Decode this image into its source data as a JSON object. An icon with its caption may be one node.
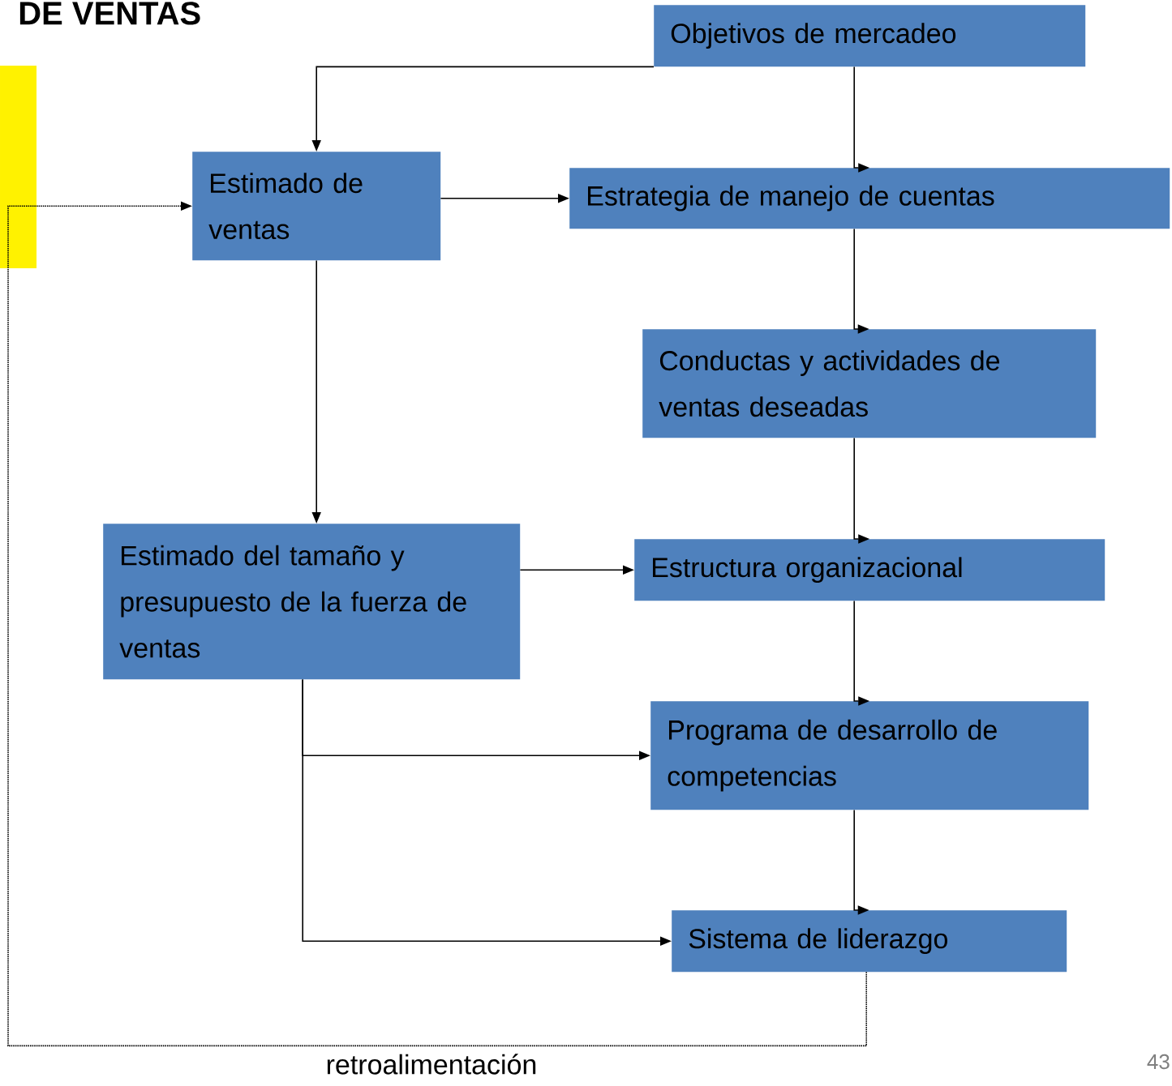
{
  "diagram": {
    "title": "DE VENTAS",
    "nodes": [
      {
        "text": [
          "Objetivos de mercadeo"
        ]
      },
      {
        "text": [
          "Estimado de ventas"
        ]
      },
      {
        "text": [
          "Estrategia de manejo de cuentas"
        ]
      },
      {
        "text": [
          "Conductas y actividades de ventas deseadas"
        ]
      },
      {
        "text": [
          "Estimado del tamaño y presupuesto de la fuerza de ventas"
        ]
      },
      {
        "text": [
          "Estructura organizacional"
        ]
      },
      {
        "text": [
          "Programa de desarrollo de competencias"
        ]
      },
      {
        "text": [
          "Sistema de liderazgo"
        ]
      }
    ],
    "edges": [
      {
        "from": 0,
        "to": 1,
        "arrow": "to"
      },
      {
        "from": 0,
        "to": 2,
        "arrow": "to"
      },
      {
        "from": 1,
        "to": 2,
        "arrow": "to"
      },
      {
        "from": 1,
        "to": 4,
        "arrow": "to"
      },
      {
        "from": 2,
        "to": 3,
        "arrow": "to"
      },
      {
        "from": 3,
        "to": 5,
        "arrow": "to"
      },
      {
        "from": 4,
        "to": 5,
        "arrow": "to"
      },
      {
        "from": 5,
        "to": 6,
        "arrow": "to"
      },
      {
        "from": 4,
        "to": 6,
        "arrow": "to"
      },
      {
        "from": 4,
        "to": 7,
        "arrow": "to"
      },
      {
        "from": 6,
        "to": 7,
        "arrow": "to"
      },
      {
        "from": 7,
        "to": 1,
        "arrow": "to",
        "label": "retroalimentación",
        "style": "dashed"
      }
    ],
    "labels": [
      "43"
    ]
  }
}
